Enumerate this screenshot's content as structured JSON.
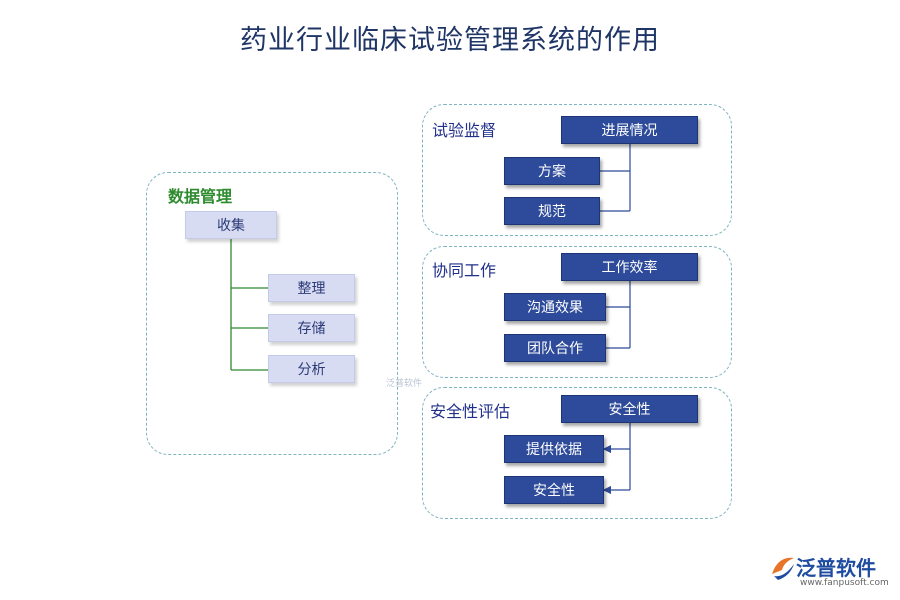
{
  "title": "药业行业临床试验管理系统的作用",
  "data_management": {
    "label": "数据管理",
    "root": "收集",
    "children": [
      "整理",
      "存储",
      "分析"
    ]
  },
  "groups": [
    {
      "label": "试验监督",
      "head": "进展情况",
      "items": [
        "方案",
        "规范"
      ]
    },
    {
      "label": "协同工作",
      "head": "工作效率",
      "items": [
        "沟通效果",
        "团队合作"
      ]
    },
    {
      "label": "安全性评估",
      "head": "安全性",
      "items": [
        "提供依据",
        "安全性"
      ]
    }
  ],
  "watermark": "泛普软件",
  "logo": {
    "name": "泛普软件",
    "url": "www.fanpusoft.com"
  },
  "colors": {
    "dark_box": "#2d4b9a",
    "light_box": "#d7dcf2",
    "border": "#7fb4c0",
    "green_line": "#2e8b2e"
  }
}
